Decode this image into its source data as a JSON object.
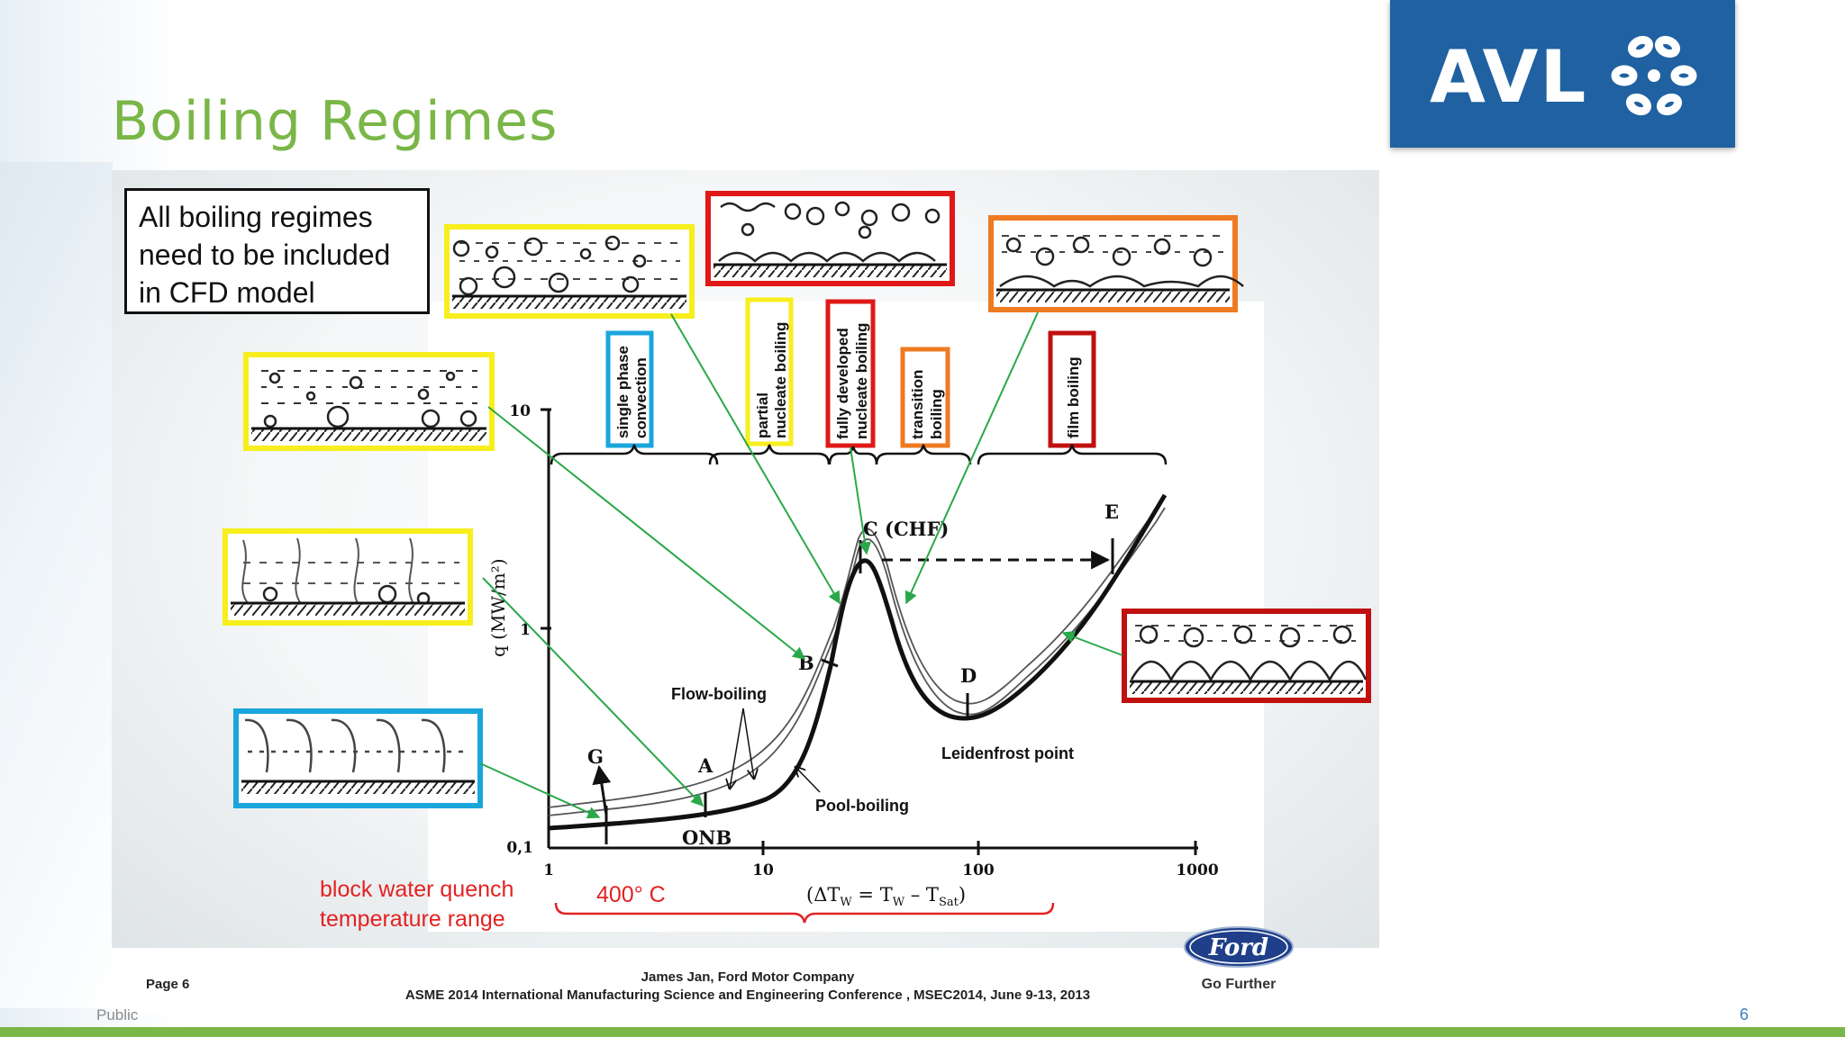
{
  "slide": {
    "title": "Boiling Regimes",
    "public_label": "Public",
    "page_number": "6"
  },
  "brand": {
    "avl": "AVL",
    "ford": "Ford",
    "go_further": "Go Further"
  },
  "colors": {
    "title_green": "#7ab648",
    "avl_blue": "#1f61a1",
    "arrow_green": "#2aa84a",
    "box_yellow": "#f7ee1e",
    "box_blue": "#1aa6dc",
    "box_red": "#e01818",
    "box_dark_red": "#c01010",
    "box_orange": "#ee7a22",
    "annotation_red": "#e32222"
  },
  "note": {
    "line1": "All boiling regimes",
    "line2": "need to be included",
    "line3": "in CFD model"
  },
  "regimes": {
    "single_phase_1": "single phase",
    "single_phase_2": "convection",
    "partial_1": "partial",
    "partial_2": "nucleate boiling",
    "fully_1": "fully developed",
    "fully_2": "nucleate boiling",
    "transition_1": "transition",
    "transition_2": "boiling",
    "film": "film boiling"
  },
  "plot": {
    "y_label": "q (MW/m²)",
    "y_ticks": [
      "10",
      "1",
      "0,1"
    ],
    "x_ticks": [
      "1",
      "10",
      "100",
      "1000"
    ],
    "x_label_pre": "(ΔT",
    "x_label_w": "W",
    "x_label_mid": " = T",
    "x_label_w2": "W",
    "x_label_minus": " – T",
    "x_label_sat": "Sat",
    "x_label_post": ")",
    "points": {
      "A": "A",
      "B": "B",
      "C": "C (CHF)",
      "D": "D",
      "E": "E",
      "G": "G",
      "ONB": "ONB"
    },
    "flow_boiling": "Flow-boiling",
    "pool_boiling": "Pool-boiling",
    "leidenfrost": "Leidenfrost point"
  },
  "annotations": {
    "quench_1": "block water quench",
    "quench_2": "temperature range",
    "temp_400": "400°  C"
  },
  "footer": {
    "page_label": "Page 6",
    "credit_1": "James Jan, Ford Motor Company",
    "credit_2": "ASME 2014 International Manufacturing Science and Engineering Conference , MSEC2014, June 9-13, 2013"
  }
}
